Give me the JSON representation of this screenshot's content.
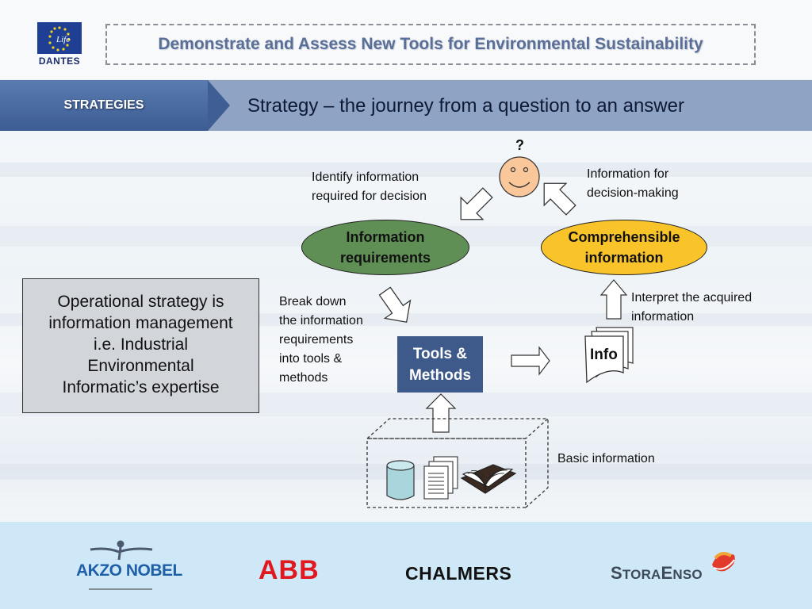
{
  "header": {
    "logo_name": "DANTES",
    "project_title": "Demonstrate and Assess New Tools for Environmental Sustainability"
  },
  "bar": {
    "section_label": "STRATEGIES",
    "slide_title": "Strategy – the journey from a question to an answer"
  },
  "diagram": {
    "question_mark": "?",
    "identify_line1": "Identify information",
    "identify_line2": "required for decision",
    "info_for_line1": "Information for",
    "info_for_line2": "decision-making",
    "info_req_line1": "Information",
    "info_req_line2": "requirements",
    "compr_line1": "Comprehensible",
    "compr_line2": "information",
    "break_lines": [
      "Break down",
      "the information",
      "requirements",
      "into tools &",
      "methods"
    ],
    "interpret_line1": "Interpret the acquired",
    "interpret_line2": "information",
    "tools_line1": "Tools &",
    "tools_line2": "Methods",
    "info_doc": "Info",
    "basic_info": "Basic information"
  },
  "operational": {
    "lines": [
      "Operational strategy is",
      "information management",
      "i.e. Industrial",
      "Environmental",
      "Informatic’s expertise"
    ]
  },
  "footer": {
    "logos": [
      "AKZO NOBEL",
      "ABB",
      "CHALMERS",
      "StoraEnso"
    ],
    "stora_big1": "S",
    "stora_small1": "TORA",
    "stora_big2": "E",
    "stora_small2": "NSO"
  },
  "colors": {
    "bar_dark": "#3c5d93",
    "bar_light": "#8fa3c4",
    "ellipse_green": "#5f8f55",
    "ellipse_yellow": "#f8c42a",
    "tools_box": "#3e5a8a",
    "footer": "#cfe8f7"
  }
}
